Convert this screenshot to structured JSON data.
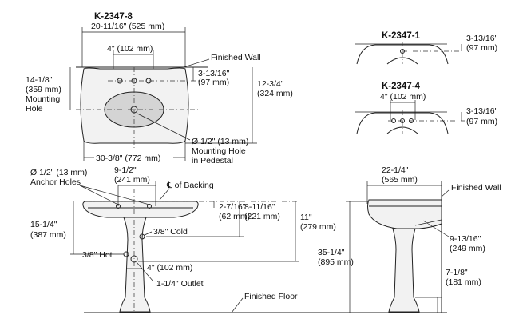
{
  "top_view": {
    "title": "K-2347-8",
    "width_dim": "20-11/16\" (525 mm)",
    "faucet_spacing": "4\" (102 mm)",
    "finished_wall": "Finished Wall",
    "hole_offset": [
      "3-13/16\"",
      "(97 mm)"
    ],
    "depth": [
      "12-3/4\"",
      "(324 mm)"
    ],
    "mounting_hole": [
      "14-1/8\"",
      "(359 mm)",
      "Mounting",
      "Hole"
    ],
    "overall_width": "30-3/8\" (772 mm)",
    "pedestal_hole": [
      "Ø 1/2\" (13 mm)",
      "Mounting Hole",
      "in Pedestal"
    ]
  },
  "variant_1": {
    "title": "K-2347-1",
    "dim": [
      "3-13/16\"",
      "(97 mm)"
    ]
  },
  "variant_4": {
    "title": "K-2347-4",
    "spacing": "4\" (102 mm)",
    "dim": [
      "3-13/16\"",
      "(97 mm)"
    ]
  },
  "front_view": {
    "anchor_holes": [
      "Ø 1/2\" (13 mm)",
      "Anchor Holes"
    ],
    "anchor_spacing": [
      "9-1/2\"",
      "(241 mm)"
    ],
    "centerline": "℄ of Backing",
    "drop1": [
      "2-7/16\"",
      "(62 mm)"
    ],
    "drop2": [
      "8-11/16\"",
      "(221 mm)"
    ],
    "height11": [
      "11\"",
      "(279 mm)"
    ],
    "height15": [
      "15-1/4\"",
      "(387 mm)"
    ],
    "cold": "3/8\" Cold",
    "hot": "3/8\" Hot",
    "supply_spacing": "4\" (102 mm)",
    "outlet": "1-1/4\" Outlet",
    "finished_floor": "Finished Floor",
    "overall_height": [
      "35-1/4\"",
      "(895 mm)"
    ]
  },
  "side_view": {
    "projection": [
      "22-1/4\"",
      "(565 mm)"
    ],
    "finished_wall": "Finished Wall",
    "trap_offset": [
      "9-13/16\"",
      "(249 mm)"
    ],
    "base_height": [
      "7-1/8\"",
      "(181 mm)"
    ]
  }
}
